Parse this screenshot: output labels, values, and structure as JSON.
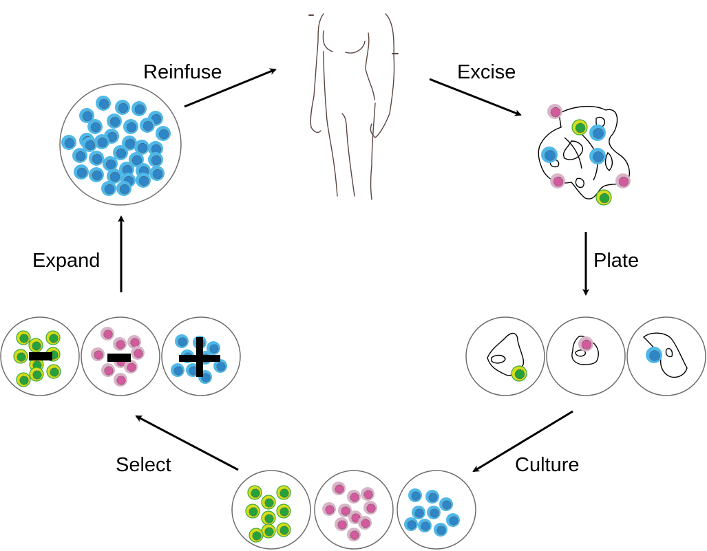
{
  "title": "Adoptive T-cell therapy cycle",
  "colors": {
    "blue": {
      "outer": "#4fb8e8",
      "inner": "#2e86c8"
    },
    "pink": {
      "outer": "#d9b3c7",
      "inner": "#d45a9e"
    },
    "green": {
      "outer": "#d4de1c",
      "inner": "#25a23c",
      "ring": "#3aa83a"
    },
    "dish": "#6d6d6d",
    "body_line": "#5a4540"
  },
  "steps": [
    {
      "label": "Reinfuse"
    },
    {
      "label": "Excise"
    },
    {
      "label": "Plate"
    },
    {
      "label": "Culture"
    },
    {
      "label": "Select"
    },
    {
      "label": "Expand"
    }
  ],
  "select_signs": [
    "−",
    "−",
    "+"
  ],
  "select_populations": [
    "green",
    "pink",
    "blue"
  ]
}
